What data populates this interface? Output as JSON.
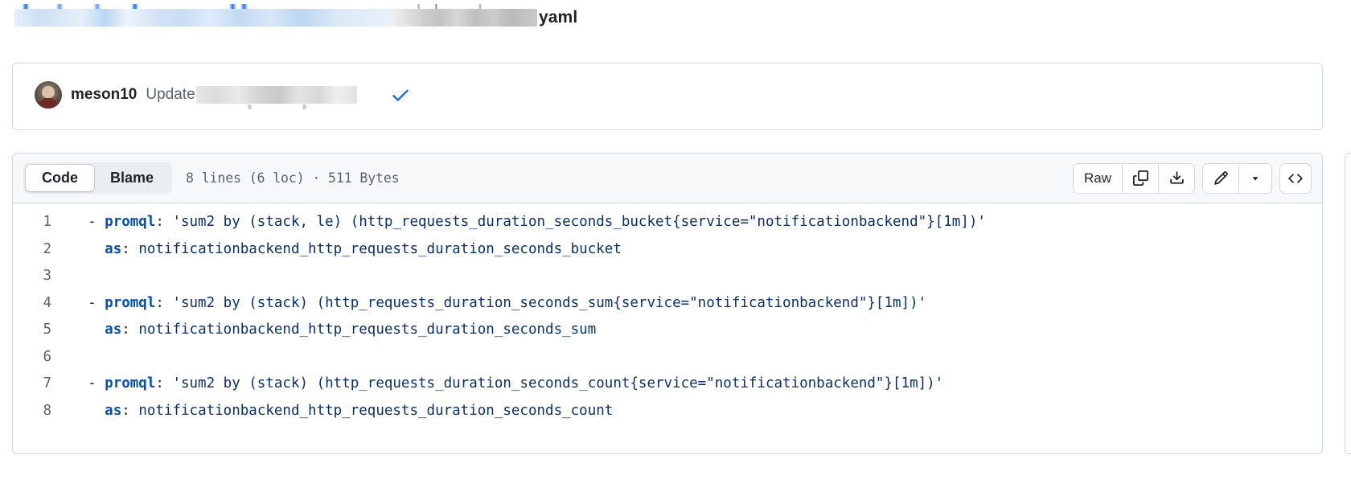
{
  "file_header": {
    "redacted_path_segment": "",
    "redacted_file_segment": "",
    "extension_label": "yaml"
  },
  "commit": {
    "author": "meson10",
    "message_prefix": "Update",
    "message_redacted": "",
    "status_icon": "check-icon",
    "avatar_alt": "meson10"
  },
  "file_toolbar": {
    "tabs": [
      {
        "label": "Code",
        "active": true
      },
      {
        "label": "Blame",
        "active": false
      }
    ],
    "meta": "8 lines (6 loc) · 511 Bytes",
    "raw_label": "Raw",
    "icons": {
      "copy": "copy-icon",
      "download": "download-icon",
      "edit": "pencil-icon",
      "edit_menu": "chevron-down-icon",
      "code_view": "code-brackets-icon"
    }
  },
  "code": {
    "language": "yaml",
    "lines": [
      {
        "n": "1",
        "tokens": [
          {
            "t": "punct",
            "v": "  - "
          },
          {
            "t": "key",
            "v": "promql"
          },
          {
            "t": "punct",
            "v": ": "
          },
          {
            "t": "str",
            "v": "'sum2 by (stack, le) (http_requests_duration_seconds_bucket{service=\"notificationbackend\"}[1m])'"
          }
        ]
      },
      {
        "n": "2",
        "tokens": [
          {
            "t": "punct",
            "v": "    "
          },
          {
            "t": "key",
            "v": "as"
          },
          {
            "t": "punct",
            "v": ": "
          },
          {
            "t": "str",
            "v": "notificationbackend_http_requests_duration_seconds_bucket"
          }
        ]
      },
      {
        "n": "3",
        "tokens": []
      },
      {
        "n": "4",
        "tokens": [
          {
            "t": "punct",
            "v": "  - "
          },
          {
            "t": "key",
            "v": "promql"
          },
          {
            "t": "punct",
            "v": ": "
          },
          {
            "t": "str",
            "v": "'sum2 by (stack) (http_requests_duration_seconds_sum{service=\"notificationbackend\"}[1m])'"
          }
        ]
      },
      {
        "n": "5",
        "tokens": [
          {
            "t": "punct",
            "v": "    "
          },
          {
            "t": "key",
            "v": "as"
          },
          {
            "t": "punct",
            "v": ": "
          },
          {
            "t": "str",
            "v": "notificationbackend_http_requests_duration_seconds_sum"
          }
        ]
      },
      {
        "n": "6",
        "tokens": []
      },
      {
        "n": "7",
        "tokens": [
          {
            "t": "punct",
            "v": "  - "
          },
          {
            "t": "key",
            "v": "promql"
          },
          {
            "t": "punct",
            "v": ": "
          },
          {
            "t": "str",
            "v": "'sum2 by (stack) (http_requests_duration_seconds_count{service=\"notificationbackend\"}[1m])'"
          }
        ]
      },
      {
        "n": "8",
        "tokens": [
          {
            "t": "punct",
            "v": "    "
          },
          {
            "t": "key",
            "v": "as"
          },
          {
            "t": "punct",
            "v": ": "
          },
          {
            "t": "str",
            "v": "notificationbackend_http_requests_duration_seconds_count"
          }
        ]
      }
    ]
  },
  "colors": {
    "accent": "#0969da",
    "key": "#0550ae",
    "string": "#0a3069",
    "border": "#d1d9e0",
    "toolbar_bg": "#f6f8fa",
    "muted_text": "#59636e"
  }
}
